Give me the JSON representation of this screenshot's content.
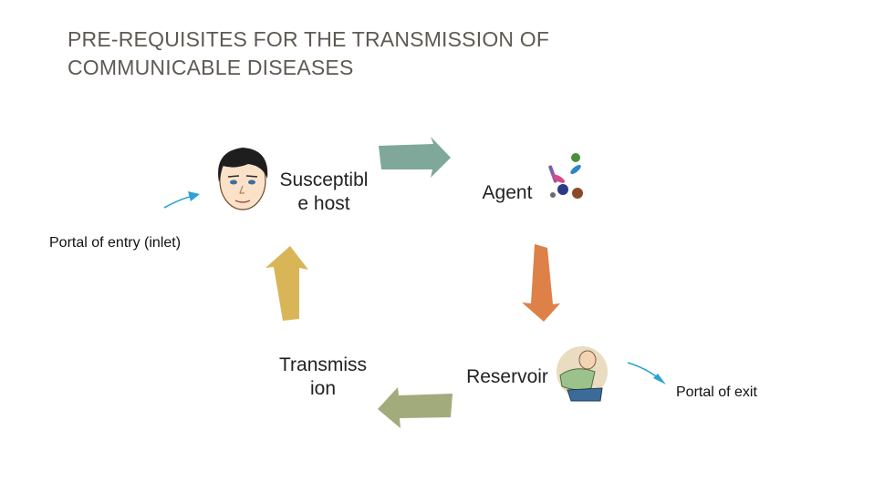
{
  "title": {
    "line1": "PRE-REQUISITES FOR THE TRANSMISSION OF",
    "line2": "COMMUNICABLE DISEASES"
  },
  "nodes": {
    "host": {
      "line1": "Susceptibl",
      "line2": "e host"
    },
    "agent": {
      "line1": "Agent"
    },
    "reservoir": {
      "line1": "Reservoir"
    },
    "transmission": {
      "line1": "Transmiss",
      "line2": "ion"
    }
  },
  "labels": {
    "portal_entry": "Portal of entry (inlet)",
    "portal_exit": "Portal of exit"
  },
  "colors": {
    "arrow_top": "#7fa89a",
    "arrow_right": "#dd8148",
    "arrow_bottom": "#a2ab7c",
    "arrow_left": "#d8b556",
    "pointer": "#2ba3d4"
  },
  "icons": [
    "face-icon",
    "microbes-icon",
    "sick-person-icon"
  ]
}
